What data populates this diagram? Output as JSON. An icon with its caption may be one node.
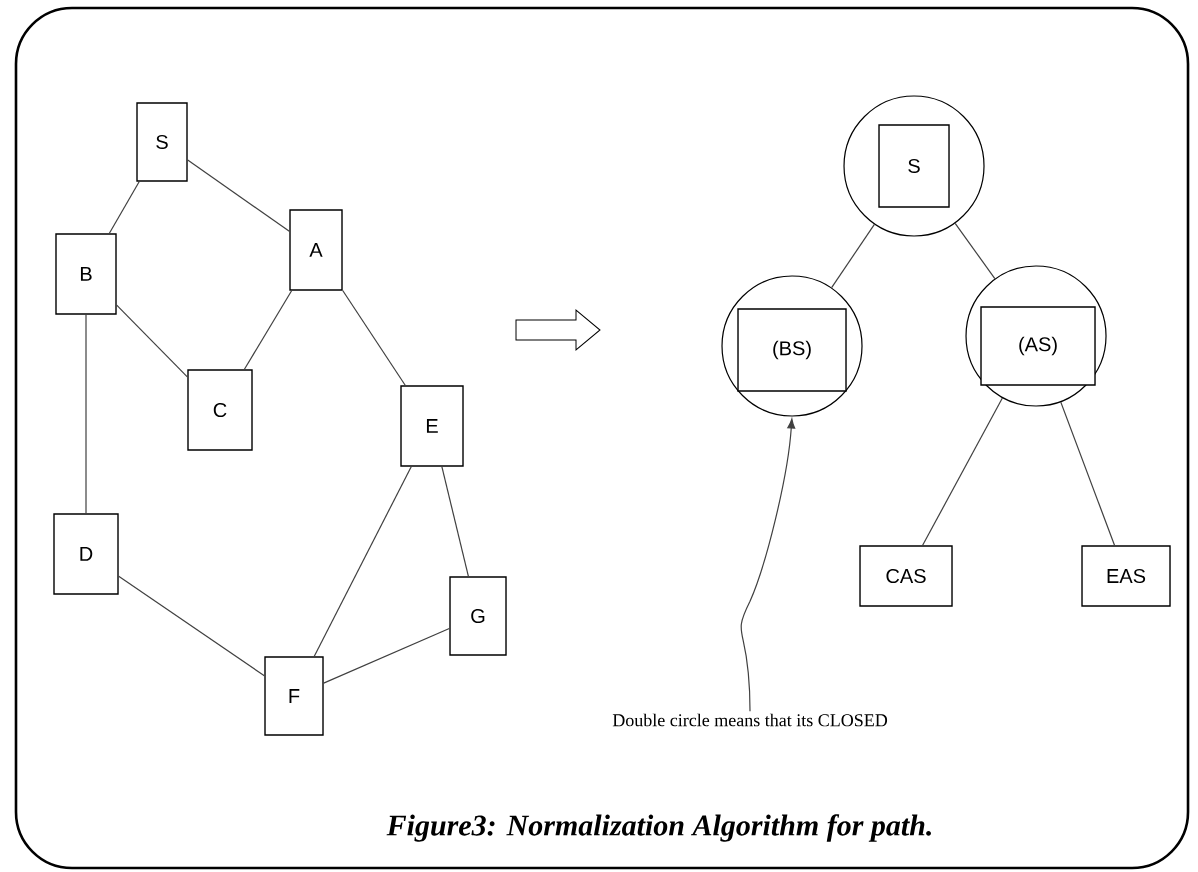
{
  "diagram": {
    "caption": "Figure3: Normalization Algorithm for path.",
    "nodes": [
      {
        "text": [
          "S"
        ]
      },
      {
        "text": [
          "B"
        ]
      },
      {
        "text": [
          "A"
        ]
      },
      {
        "text": [
          "C"
        ]
      },
      {
        "text": [
          "E"
        ]
      },
      {
        "text": [
          "D"
        ]
      },
      {
        "text": [
          "G"
        ]
      },
      {
        "text": [
          "F"
        ]
      },
      {
        "text": [],
        "shape": "circle"
      },
      {
        "text": [
          "S"
        ],
        "in": 8
      },
      {
        "text": [],
        "shape": "circle"
      },
      {
        "text": [
          "(BS)"
        ],
        "in": 10
      },
      {
        "text": [],
        "shape": "circle"
      },
      {
        "text": [
          "(AS)"
        ],
        "in": 12
      },
      {
        "text": [
          "CAS"
        ]
      },
      {
        "text": [
          "EAS"
        ]
      },
      {
        "text": [
          "Double circle means that its CLOSED"
        ]
      }
    ],
    "edges": [
      {
        "from": 0,
        "to": 1,
        "arrow": "none"
      },
      {
        "from": 0,
        "to": 2,
        "arrow": "none"
      },
      {
        "from": 1,
        "to": 3,
        "arrow": "none"
      },
      {
        "from": 2,
        "to": 3,
        "arrow": "none"
      },
      {
        "from": 1,
        "to": 5,
        "arrow": "none"
      },
      {
        "from": 2,
        "to": 4,
        "arrow": "none"
      },
      {
        "from": 4,
        "to": 7,
        "arrow": "none"
      },
      {
        "from": 4,
        "to": 6,
        "arrow": "none"
      },
      {
        "from": 5,
        "to": 7,
        "arrow": "none"
      },
      {
        "from": 7,
        "to": 6,
        "arrow": "none"
      },
      {
        "from": 8,
        "to": 10,
        "arrow": "none"
      },
      {
        "from": 8,
        "to": 12,
        "arrow": "none"
      },
      {
        "from": 12,
        "to": 14,
        "arrow": "none"
      },
      {
        "from": 12,
        "to": 15,
        "arrow": "none"
      },
      {
        "from": 16,
        "to": 10,
        "arrow": "to"
      }
    ]
  }
}
